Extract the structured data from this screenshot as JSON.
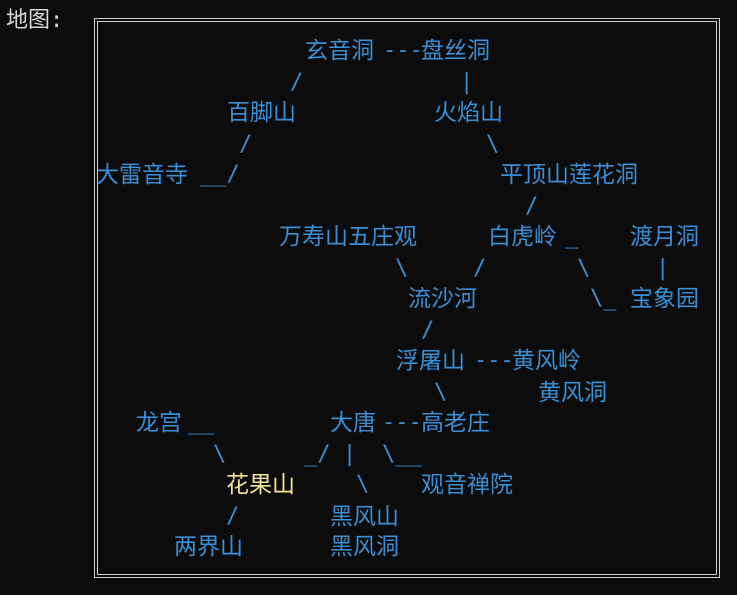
{
  "header": {
    "title": "地图:"
  },
  "colors": {
    "background": "#0c0c0c",
    "place": "#3b8fd6",
    "current_place": "#f1e59c",
    "frame": "#cfcfcf"
  },
  "map": {
    "current": "花果山",
    "places": {
      "xuanyindong": "玄音洞",
      "pansidong": "盘丝洞",
      "baijiaoshan": "百脚山",
      "huoyanshan": "火焰山",
      "daleiyinsi": "大雷音寺",
      "pingdingshan": "平顶山莲花洞",
      "wanshoushan": "万寿山五庄观",
      "baihuling": "白虎岭",
      "duyuedong": "渡月洞",
      "liushahe": "流沙河",
      "baoxiangyuan": "宝象园",
      "futushan": "浮屠山",
      "huangfengling": "黄风岭",
      "huangfengdong": "黄风洞",
      "longgong": "龙宫",
      "datang": "大唐",
      "gaolaozhuang": "高老庄",
      "huaguoshan": "花果山",
      "guanyinchanyuan": "观音禅院",
      "heifengshan": "黑风山",
      "liangjieshan": "两界山",
      "heifengdong": "黑风洞"
    },
    "links": {
      "xuanyin_pansi": "---",
      "futu_huangfeng": "---",
      "datang_gaolao": "---",
      "daleiyin_tail": "__/",
      "baihu_tail": "_",
      "longgong_tail": "__",
      "pansi_down": "|",
      "xuanyin_down": "/",
      "baijiao_down": "/",
      "huoyan_down": "\\",
      "pingding_down": "/",
      "wanshou_down": "\\",
      "baihu_down_left": "/",
      "baihu_down_right": "\\",
      "duyue_down": "|",
      "baoxiang_left": "\\_",
      "liusha_down": "/",
      "futu_down": "\\",
      "longgong_down": "\\",
      "datang_down_left": "_/",
      "datang_down_mid": "|",
      "datang_down_right": "\\__",
      "huaguo_down": "/",
      "huaguo_right": "\\"
    }
  }
}
